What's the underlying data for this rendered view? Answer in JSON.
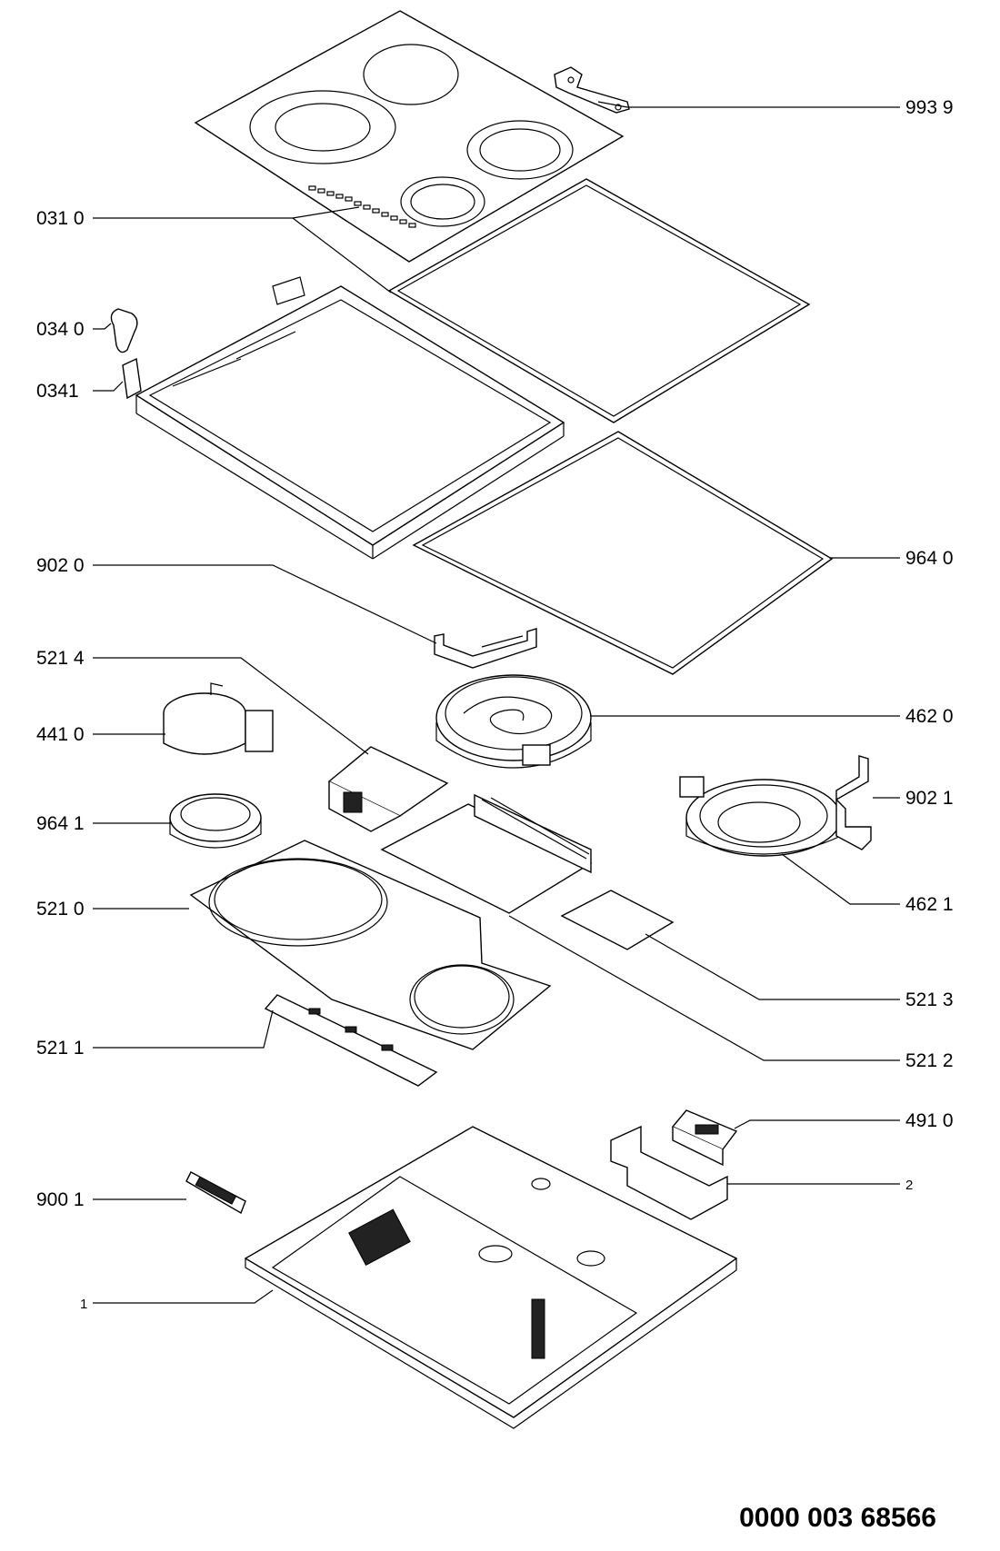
{
  "labels": {
    "l9939": "993 9",
    "l0310": "031 0",
    "l0340": "034 0",
    "l0341": "0341",
    "l9020": "902 0",
    "l9640": "964 0",
    "l5214": "521 4",
    "l4620": "462 0",
    "l4410": "441 0",
    "l9021": "902 1",
    "l9641": "964 1",
    "l5210": "521 0",
    "l4621": "462 1",
    "l5213": "521 3",
    "l5211": "521 1",
    "l5212": "521 2",
    "l4910": "491 0",
    "l9001": "900 1",
    "l2": "2",
    "l1": "1"
  },
  "document_number": "0000 003 68566"
}
